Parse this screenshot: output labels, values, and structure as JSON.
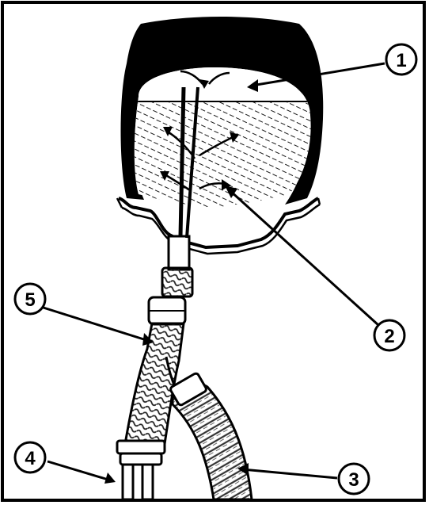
{
  "figure": {
    "colors": {
      "ink": "#000000",
      "background": "#ffffff",
      "hatch": "#1a1a1a"
    },
    "parts": [
      {
        "id": "tire",
        "icon": "tire-cross-section"
      },
      {
        "id": "liquid",
        "icon": "hatched-liquid-fill"
      },
      {
        "id": "rim",
        "icon": "wheel-rim-profile"
      },
      {
        "id": "valve",
        "icon": "valve-stem"
      },
      {
        "id": "coupling",
        "icon": "hose-coupling-nut"
      },
      {
        "id": "y-hose",
        "icon": "braided-y-hose"
      },
      {
        "id": "supply-hose",
        "icon": "corrugated-supply-hose"
      },
      {
        "id": "air-tubes",
        "icon": "twin-air-tubes"
      }
    ],
    "callouts": [
      {
        "number": "1"
      },
      {
        "number": "2"
      },
      {
        "number": "3"
      },
      {
        "number": "4"
      },
      {
        "number": "5"
      }
    ]
  }
}
